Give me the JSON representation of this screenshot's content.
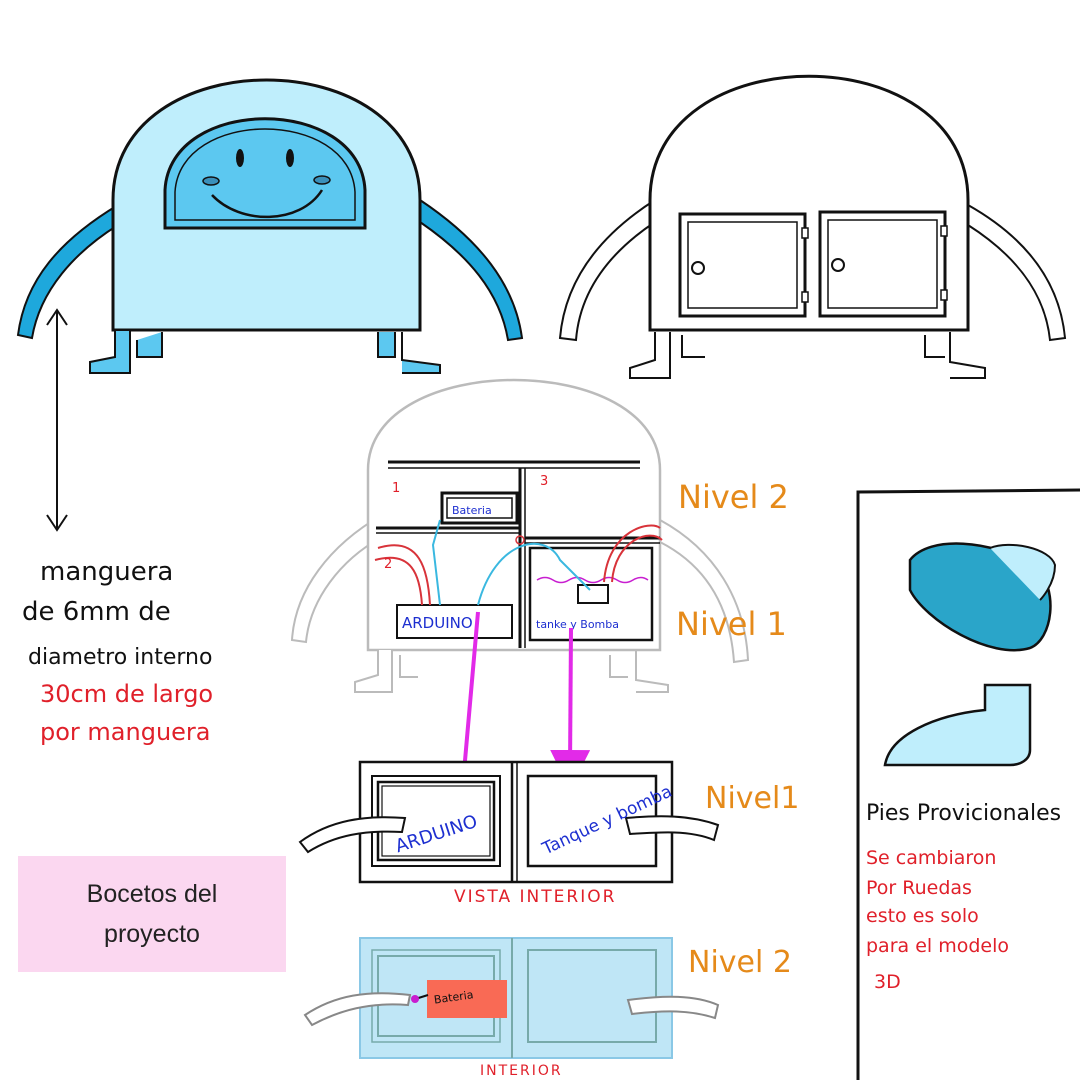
{
  "colors": {
    "robot_fill": "#bfeefc",
    "robot_arm": "#1ea8dc",
    "window": "#5cc8f0",
    "wire_red": "#d8333a",
    "wire_blue": "#3ab8e0",
    "arrow_magenta": "#e22ae8",
    "label_orange": "#e58a1a",
    "note_red": "#e0202a",
    "label_blue": "#1d2fd0",
    "caption_pink": "#fbd7f0",
    "battery_fill": "#f96a55",
    "plan_fill": "#bfe6f6",
    "feet_fill": "#2aa5c9"
  },
  "labels": {
    "manguera_note": [
      "manguera",
      "de 6mm de",
      "diametro interno"
    ],
    "largo_note": [
      "30cm de largo",
      "por manguera"
    ],
    "nivel2_top": "Nivel 2",
    "nivel1_top": "Nivel 1",
    "nivel1_plan": "Nivel1",
    "nivel2_plan": "Nivel 2",
    "num_1": "1",
    "num_2": "2",
    "num_3": "3",
    "bateria": "Bateria",
    "arduino": "ARDUINO",
    "tanque_bomba_section": "tanke y Bomba",
    "plan_arduino": "ARDUINO",
    "plan_tanque": "Tanque y bomba",
    "vista_interior": "VISTA INTERIOR",
    "interior": "INTERIOR",
    "plan_bateria": "Bateria",
    "pies_title": "Pies Provicionales",
    "pies_note": [
      "Se cambiaron",
      "Por Ruedas",
      "esto es solo",
      "para el modelo",
      "3D"
    ]
  },
  "caption": "Bocetos del proyecto"
}
